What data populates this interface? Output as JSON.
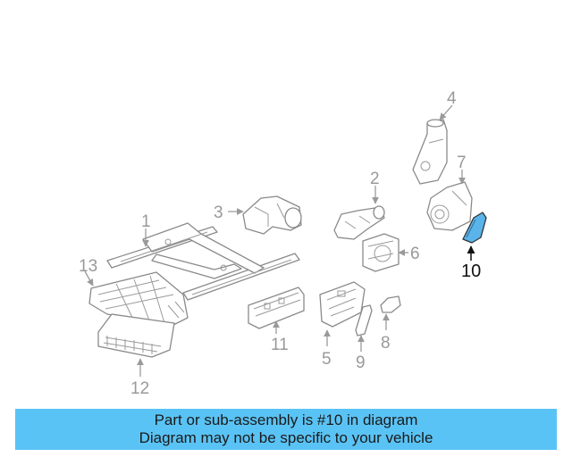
{
  "banner": {
    "line1": "Part or sub-assembly is #10 in diagram",
    "line2": "Diagram may not be specific to your vehicle"
  },
  "callouts": {
    "c1": "1",
    "c2": "2",
    "c3": "3",
    "c4": "4",
    "c5": "5",
    "c6": "6",
    "c7": "7",
    "c8": "8",
    "c9": "9",
    "c10": "10",
    "c11": "11",
    "c12": "12",
    "c13": "13"
  },
  "colors": {
    "highlight_fill": "#5ab4ea",
    "banner_bg": "#5ac3f5",
    "line": "#8a8a8a"
  }
}
